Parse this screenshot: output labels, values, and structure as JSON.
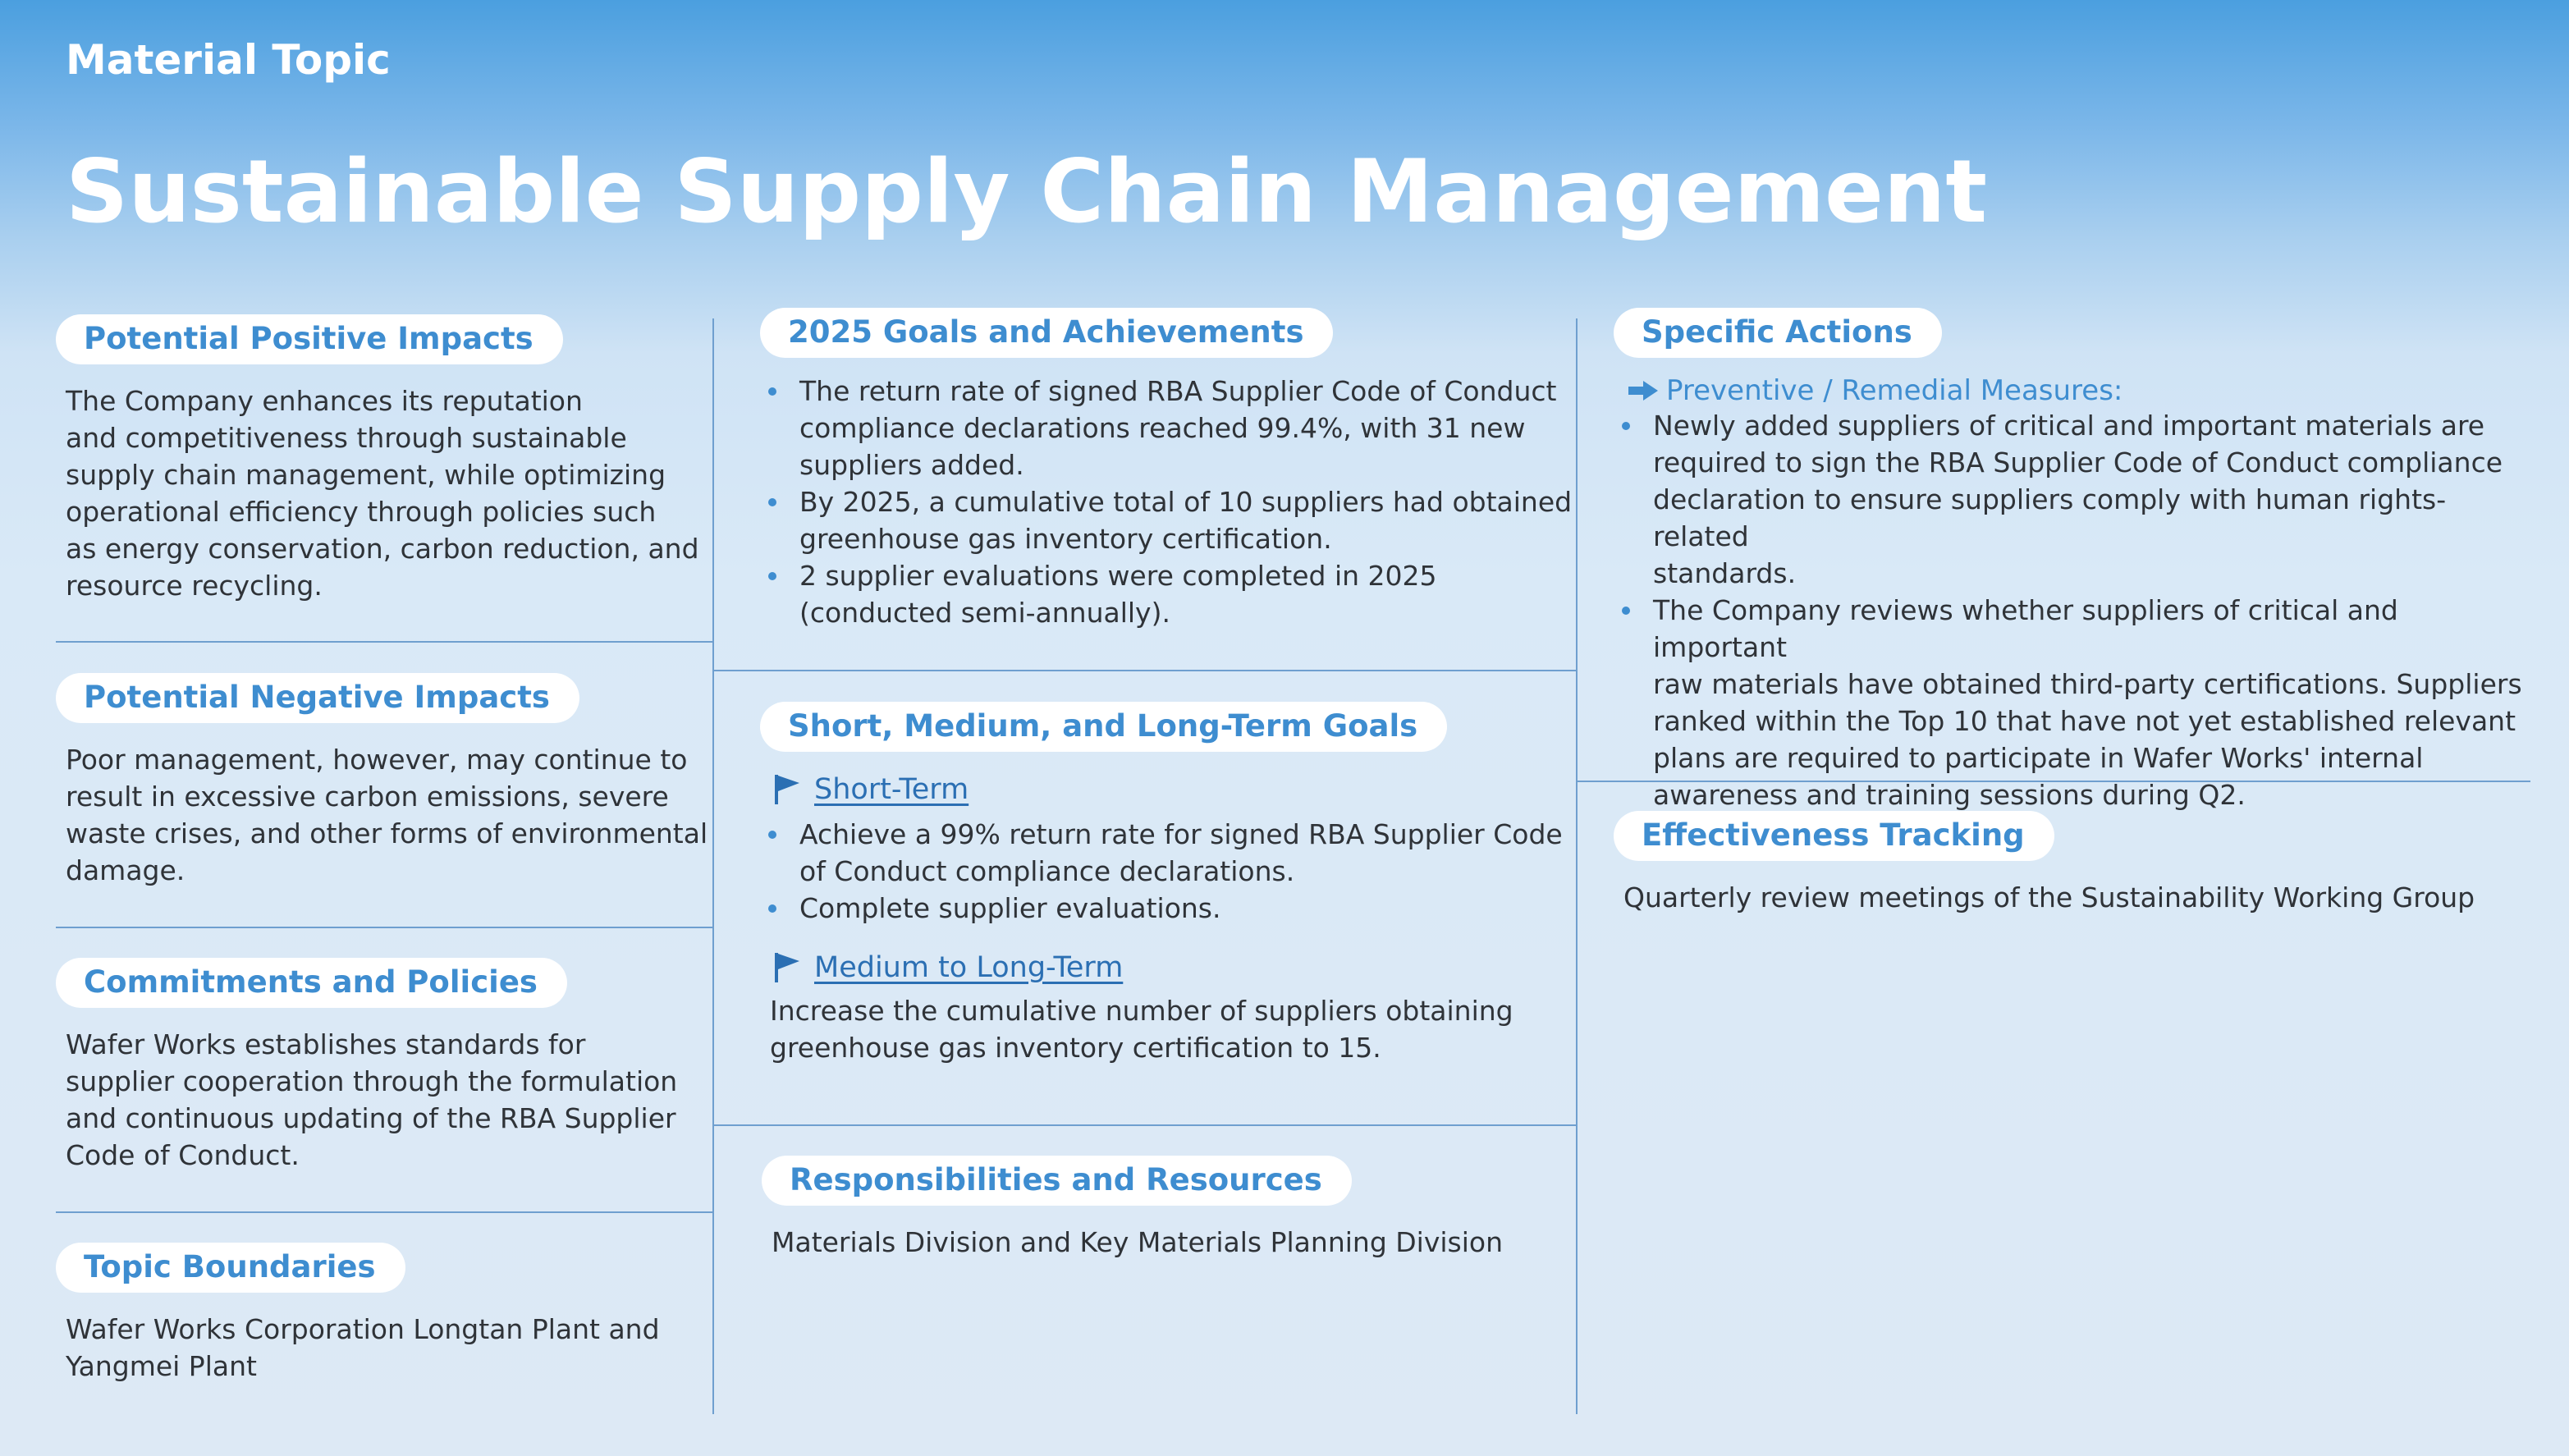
{
  "header": {
    "topic_label": "Material Topic",
    "title": "Sustainable Supply Chain Management"
  },
  "left": {
    "positive": {
      "title": "Potential Positive Impacts",
      "lines": [
        "The Company enhances its reputation",
        "and competitiveness through sustainable",
        "supply chain management, while optimizing",
        "operational efficiency through policies such",
        "as energy conservation, carbon reduction, and",
        "resource recycling."
      ]
    },
    "negative": {
      "title": "Potential Negative Impacts",
      "lines": [
        "Poor management, however, may continue to",
        "result in excessive carbon emissions, severe",
        "waste crises, and other forms of environmental",
        "damage."
      ]
    },
    "commitments": {
      "title": "Commitments and Policies",
      "lines": [
        "Wafer Works establishes standards for",
        "supplier cooperation through the formulation",
        "and continuous updating of the RBA Supplier",
        "Code of Conduct."
      ]
    },
    "boundaries": {
      "title": "Topic Boundaries",
      "lines": [
        "Wafer Works Corporation Longtan Plant and",
        "Yangmei Plant"
      ]
    }
  },
  "middle": {
    "goals2025": {
      "title": "2025 Goals and Achievements",
      "bullets": [
        [
          "The return rate of signed RBA Supplier Code of Conduct",
          "compliance declarations reached 99.4%, with 31 new",
          "suppliers added."
        ],
        [
          "By 2025, a cumulative total of 10 suppliers had obtained",
          "greenhouse gas inventory certification."
        ],
        [
          "2 supplier evaluations were completed in 2025",
          "(conducted semi-annually)."
        ]
      ]
    },
    "terms": {
      "title": "Short, Medium, and Long-Term Goals",
      "short_label": " Short-Term",
      "short_bullets": [
        [
          "Achieve a 99% return rate for signed RBA Supplier Code",
          "of Conduct compliance declarations."
        ],
        [
          "Complete supplier evaluations."
        ]
      ],
      "medium_label": " Medium to Long-Term",
      "medium_lines": [
        "Increase the cumulative number of suppliers obtaining",
        "greenhouse gas inventory certification to 15."
      ]
    },
    "responsibilities": {
      "title": "Responsibilities and Resources",
      "text": "Materials Division and Key Materials Planning Division"
    }
  },
  "right": {
    "actions": {
      "title": "Specific Actions",
      "measures_label": "Preventive / Remedial Measures:",
      "bullets": [
        [
          "Newly added suppliers of critical and important materials are",
          "required to sign the RBA Supplier Code of Conduct compliance",
          "declaration to ensure suppliers comply with human rights-related",
          "standards."
        ],
        [
          "The Company reviews whether suppliers of critical and important",
          "raw materials have obtained third-party certifications. Suppliers",
          "ranked within the Top 10 that have not yet established relevant",
          "plans are required to participate in Wafer Works' internal",
          "awareness and training sessions during Q2."
        ]
      ]
    },
    "tracking": {
      "title": "Effectiveness Tracking",
      "text": "Quarterly review meetings of the Sustainability Working Group"
    }
  },
  "colors": {
    "accent": "#3e8dd0",
    "link": "#2b6fb3",
    "divider": "#6f9fcf",
    "text": "#2f3338"
  }
}
